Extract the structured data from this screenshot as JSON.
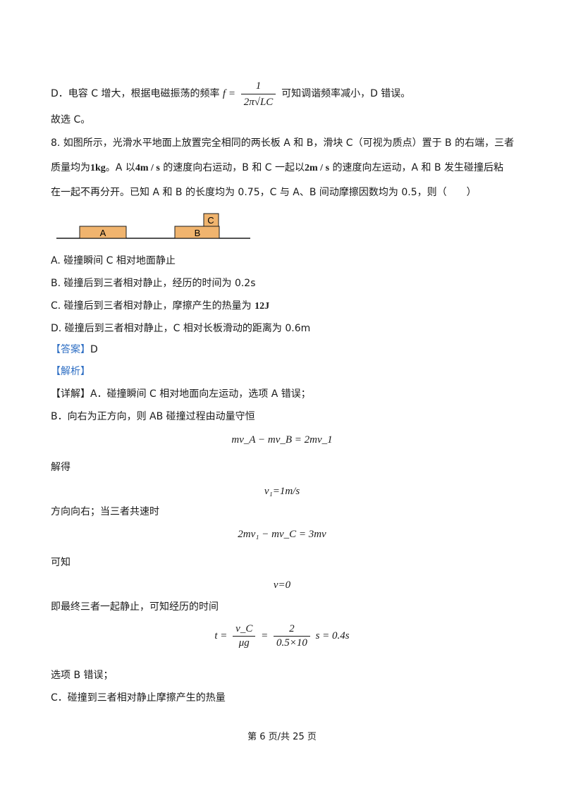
{
  "lines": {
    "d_prev_a": "D．电容 C 增大，根据电磁振荡的频率",
    "d_prev_b": "可知调谐频率减小，D 错误。",
    "choose_c": "故选 C。",
    "q8_l1": "8. 如图所示，光滑水平地面上放置完全相同的两长板 A 和 B，滑块 C（可视为质点）置于 B 的右端，三者",
    "q8_l2a": "质量均为",
    "q8_l2b": "1kg",
    "q8_l2c": "。A 以",
    "q8_l2d": "4m / s",
    "q8_l2e": "的速度向右运动，B 和 C 一起以",
    "q8_l2f": "2m / s",
    "q8_l2g": "的速度向左运动，A 和 B 发生碰撞后粘",
    "q8_l3": "在一起不再分开。已知 A 和 B 的长度均为 0.75，C 与 A、B 间动摩擦因数均为 0.5，则（　　）",
    "opt_a": "A. 碰撞瞬间 C 相对地面静止",
    "opt_b": "B. 碰撞后到三者相对静止，经历的时间为 0.2s",
    "opt_c_a": "C. 碰撞后到三者相对静止，摩擦产生的热量为",
    "opt_c_b": "12J",
    "opt_d": "D. 碰撞后到三者相对静止，C 相对长板滑动的距离为 0.6m",
    "answer_tag": "【答案】",
    "answer_val": "D",
    "analysis_tag": "【解析】",
    "detail": "【详解】A．碰撞瞬间 C 相对地面向左运动，选项 A 错误；",
    "b_line": "B．向右为正方向，则 AB 碰撞过程由动量守恒",
    "solve": "解得",
    "dir_right": "方向向右；当三者共速时",
    "can_know": "可知",
    "finally": "即最终三者一起静止，可知经历的时间",
    "b_wrong": "选项 B 错误；",
    "c_line": "C．碰撞到三者相对静止摩擦产生的热量"
  },
  "formulas": {
    "freq_lhs": "f =",
    "freq_num": "1",
    "freq_den": "2π√LC",
    "momentum": "mv_A − mv_B = 2mv_1",
    "v1": "v₁=1m/s",
    "common": "2mv₁ − mv_C = 3mv",
    "v0": "v=0",
    "t_lhs": "t =",
    "t_num1": "v_C",
    "t_den1": "μg",
    "t_eq": "=",
    "t_num2": "2",
    "t_den2": "0.5×10",
    "t_rhs": "s = 0.4s"
  },
  "diagram": {
    "label_a": "A",
    "label_b": "B",
    "label_c": "C",
    "block_color": "#f0b46e"
  },
  "footer": "第 6 页/共 25 页"
}
